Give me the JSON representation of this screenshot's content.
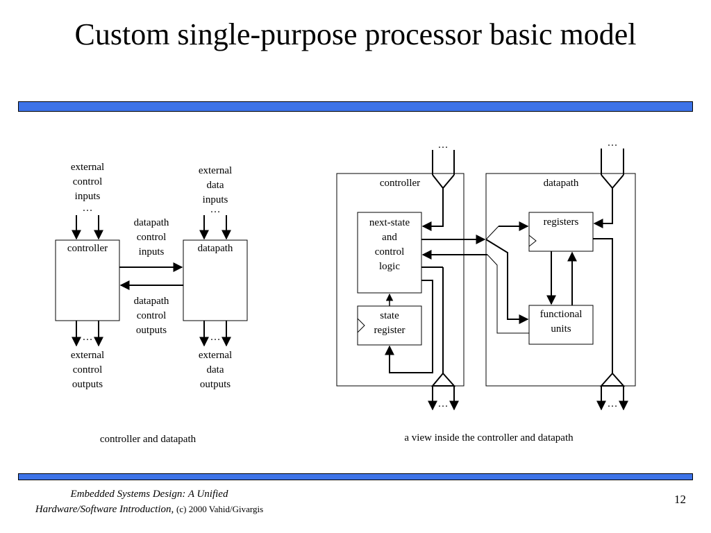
{
  "slide": {
    "title": "Custom single-purpose processor basic model",
    "page_number": "12",
    "accent_color": "#3d73e8"
  },
  "footer": {
    "book_line1": "Embedded Systems Design: A Unified",
    "book_line2": "Hardware/Software Introduction,",
    "copyright": "(c) 2000 Vahid/Givargis"
  },
  "left_diagram": {
    "caption": "controller and datapath",
    "controller_label": "controller",
    "datapath_label": "datapath",
    "ellipsis": "…",
    "ext_control_inputs": [
      "external",
      "control",
      "inputs"
    ],
    "ext_data_inputs": [
      "external",
      "data",
      "inputs"
    ],
    "dp_control_inputs": [
      "datapath",
      "control",
      "inputs"
    ],
    "dp_control_outputs": [
      "datapath",
      "control",
      "outputs"
    ],
    "ext_control_outputs": [
      "external",
      "control",
      "outputs"
    ],
    "ext_data_outputs": [
      "external",
      "data",
      "outputs"
    ]
  },
  "right_diagram": {
    "caption": "a view inside the controller and datapath",
    "controller_label": "controller",
    "datapath_label": "datapath",
    "ellipsis": "…",
    "next_state_logic": [
      "next-state",
      "and",
      "control",
      "logic"
    ],
    "state_register": [
      "state",
      "register"
    ],
    "registers": "registers",
    "functional_units": [
      "functional",
      "units"
    ]
  }
}
